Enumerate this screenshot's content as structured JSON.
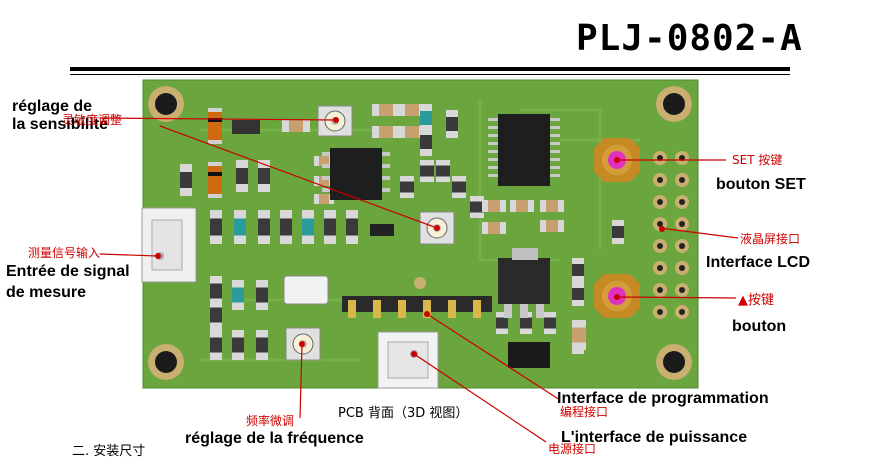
{
  "title": "PLJ-0802-A",
  "labels": {
    "sensitivity_fr": "réglage de\nla sensibilité",
    "sensitivity_cn": "灵敏度调整",
    "set_cn": "SET 按键",
    "set_fr": "bouton SET",
    "lcd_cn": "液晶屏接口",
    "lcd_fr": "Interface LCD",
    "up_cn": "▲按键",
    "up_fr": "bouton",
    "input_cn": "测量信号输入",
    "input_fr": "Entrée de signal\nde mesure",
    "prog_fr": "Interface de programmation",
    "prog_cn": "编程接口",
    "pcb_caption": "PCB 背面（3D 视图）",
    "power_fr": "L'interface de puissance",
    "power_cn": "电源接口",
    "freq_cn": "频率微调",
    "freq_fr": "réglage de la fréquence",
    "install_cn": "二. 安装尺寸"
  },
  "colors": {
    "pcb": "#6aa53e",
    "pcb_dark": "#5a9434",
    "leader": "#cc0000",
    "accent_cn": "#d00000"
  }
}
